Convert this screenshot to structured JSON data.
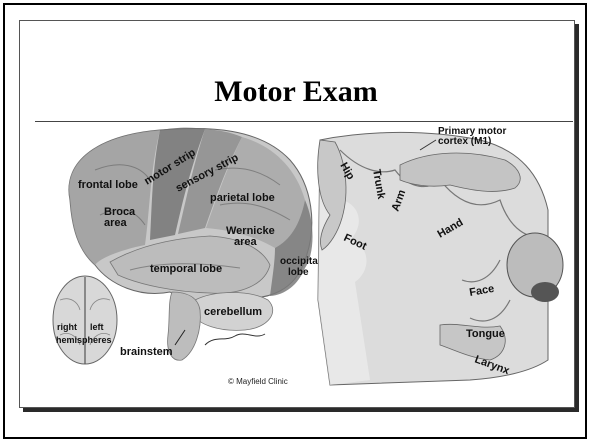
{
  "slide": {
    "title": "Motor Exam"
  },
  "brain_lateral": {
    "labels": {
      "frontal": "frontal lobe",
      "motor": "motor strip",
      "sensory": "sensory strip",
      "parietal": "parietal lobe",
      "broca": "Broca\narea",
      "wernicke": "Wernicke\narea",
      "temporal": "temporal lobe",
      "occipital": "occipital\nlobe",
      "cerebellum": "cerebellum",
      "brainstem": "brainstem"
    },
    "top_view": {
      "right": "right",
      "left": "left",
      "hemispheres": "hemispheres"
    },
    "credit": "© Mayfield Clinic"
  },
  "homunculus": {
    "title": "Primary motor\ncortex (M1)",
    "parts": {
      "hip": "Hip",
      "trunk": "Trunk",
      "arm": "Arm",
      "hand": "Hand",
      "foot": "Foot",
      "face": "Face",
      "tongue": "Tongue",
      "larynx": "Larynx"
    }
  },
  "colors": {
    "frontal": "#9a9a9a",
    "motor": "#707070",
    "sensory": "#8a8a8a",
    "parietal": "#a6a6a6",
    "temporal": "#bcbcbc",
    "occipital": "#7a7a7a",
    "cortex": "#dcdcdc"
  }
}
